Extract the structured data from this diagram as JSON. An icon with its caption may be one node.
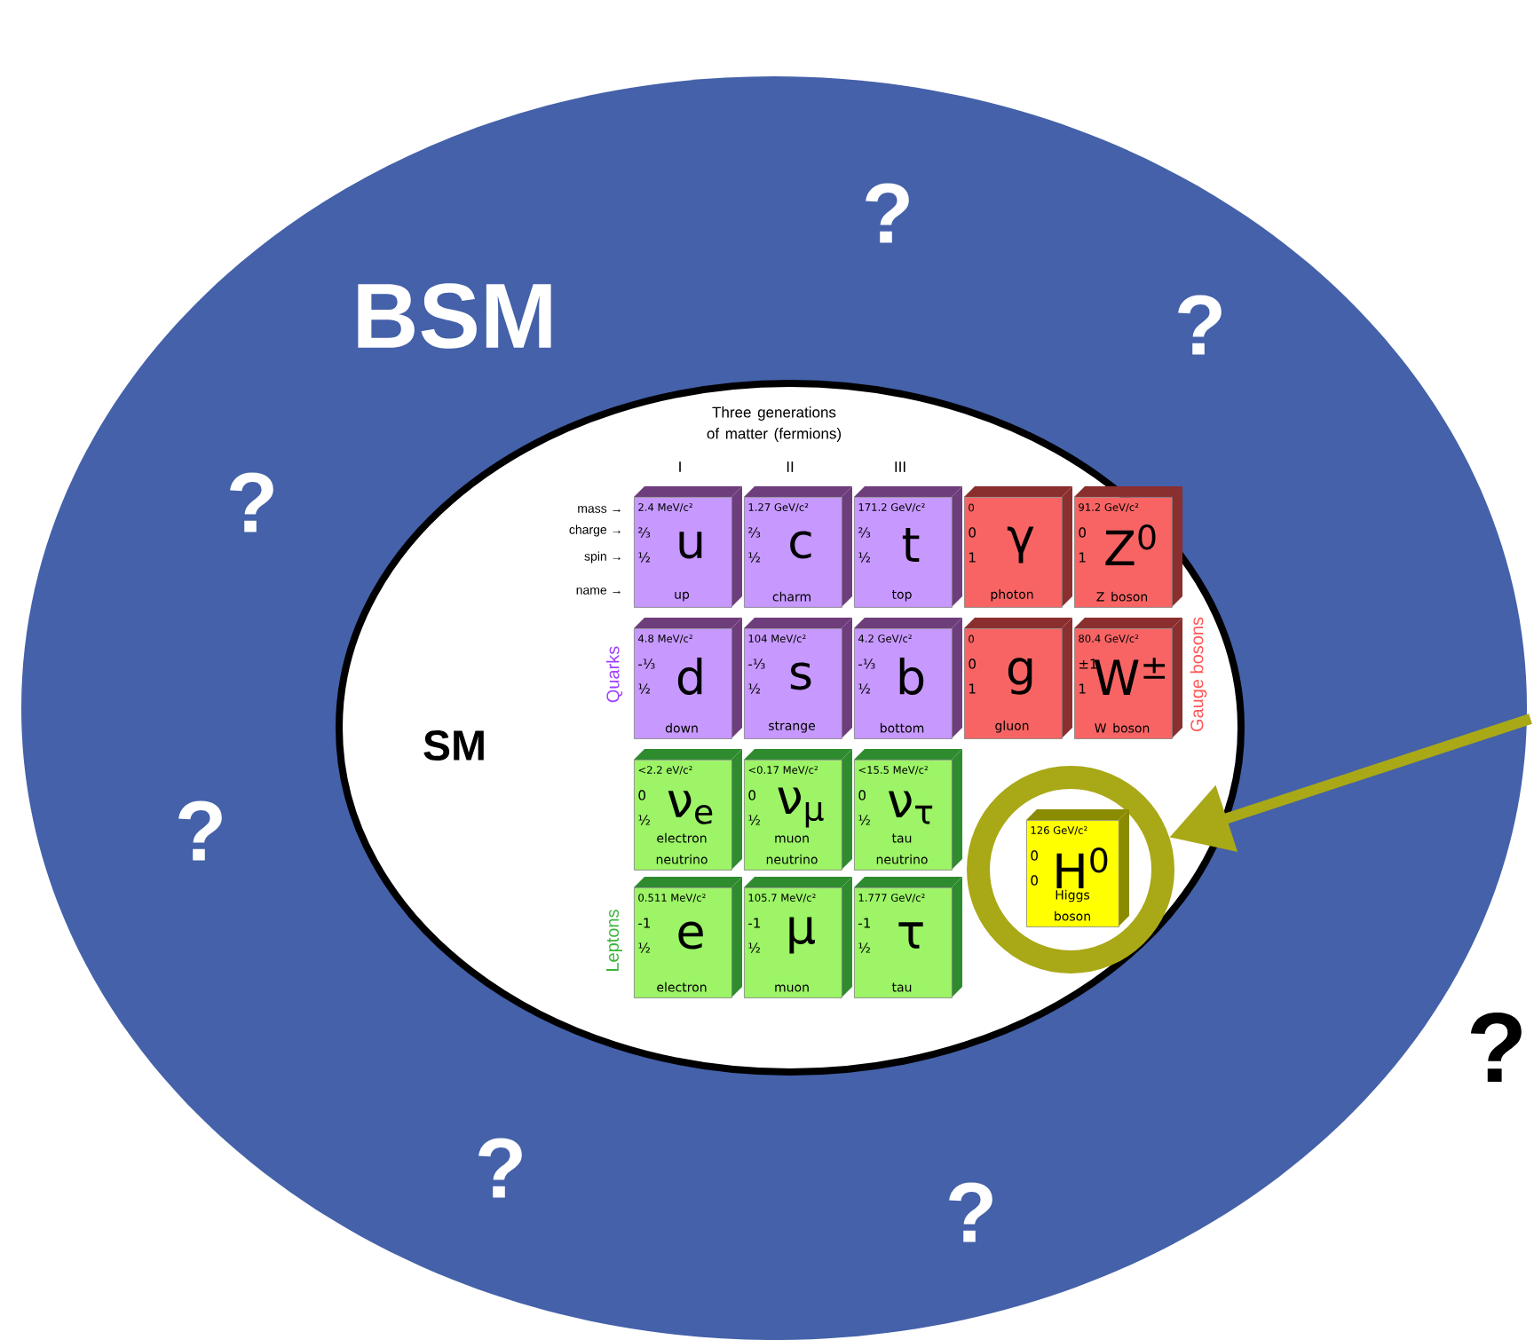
{
  "diagram": {
    "nodes": [
      {
        "text": [
          "BSM"
        ]
      },
      {
        "text": [
          "SM"
        ],
        "in": 0
      },
      {
        "text": [
          "2.4 MeV/c²",
          "⅔",
          "½",
          "u",
          "up"
        ],
        "in": 1
      },
      {
        "text": [
          "1.27 GeV/c²",
          "⅔",
          "½",
          "c",
          "charm"
        ],
        "in": 1
      },
      {
        "text": [
          "171.2 GeV/c²",
          "⅔",
          "½",
          "t",
          "top"
        ],
        "in": 1
      },
      {
        "text": [
          "0",
          "0",
          "1",
          "γ",
          "photon"
        ],
        "in": 1
      },
      {
        "text": [
          "91.2 GeV/c²",
          "0",
          "1",
          "Z$^{0}$",
          "Z boson"
        ],
        "in": 1
      },
      {
        "text": [
          "4.8 MeV/c²",
          "-⅓",
          "½",
          "d",
          "down"
        ],
        "in": 1
      },
      {
        "text": [
          "104 MeV/c²",
          "-⅓",
          "½",
          "s",
          "strange"
        ],
        "in": 1
      },
      {
        "text": [
          "4.2 GeV/c²",
          "-⅓",
          "½",
          "b",
          "bottom"
        ],
        "in": 1
      },
      {
        "text": [
          "0",
          "0",
          "1",
          "g",
          "gluon"
        ],
        "in": 1
      },
      {
        "text": [
          "80.4 GeV/c²",
          "±1",
          "1",
          "W$^{±}$",
          "W boson"
        ],
        "in": 1
      },
      {
        "text": [
          "<2.2 eV/c²",
          "0",
          "½",
          "ν$_{e}$",
          "electron neutrino"
        ],
        "in": 1
      },
      {
        "text": [
          "<0.17 MeV/c²",
          "0",
          "½",
          "ν$_{μ}$",
          "muon neutrino"
        ],
        "in": 1
      },
      {
        "text": [
          "<15.5 MeV/c²",
          "0",
          "½",
          "ν$_{τ}$",
          "tau neutrino"
        ],
        "in": 1
      },
      {
        "text": [],
        "shape": "circle",
        "in": 1
      },
      {
        "text": [
          "126 GeV/c²",
          "0",
          "0",
          "H$^{0}$",
          "Higgs boson"
        ],
        "in": 15
      },
      {
        "text": [
          "0.511 MeV/c²",
          "-1",
          "½",
          "e",
          "electron"
        ],
        "in": 1
      },
      {
        "text": [
          "105.7 MeV/c²",
          "-1",
          "½",
          "μ",
          "muon"
        ],
        "in": 1
      },
      {
        "text": [
          "1.777 GeV/c²",
          "-1",
          "½",
          "τ",
          "tau"
        ],
        "in": 1
      }
    ],
    "edges": [
      {
        "from": null,
        "to": 15,
        "arrow": "to"
      }
    ],
    "labels": [
      "?",
      "?",
      "?",
      "Three generations of matter (fermions)",
      "I",
      "II",
      "III",
      "mass →",
      "charge →",
      "spin →",
      "name →",
      "Quarks",
      "Gauge bosons",
      "?",
      "Leptons",
      "?",
      "?",
      "?"
    ]
  }
}
